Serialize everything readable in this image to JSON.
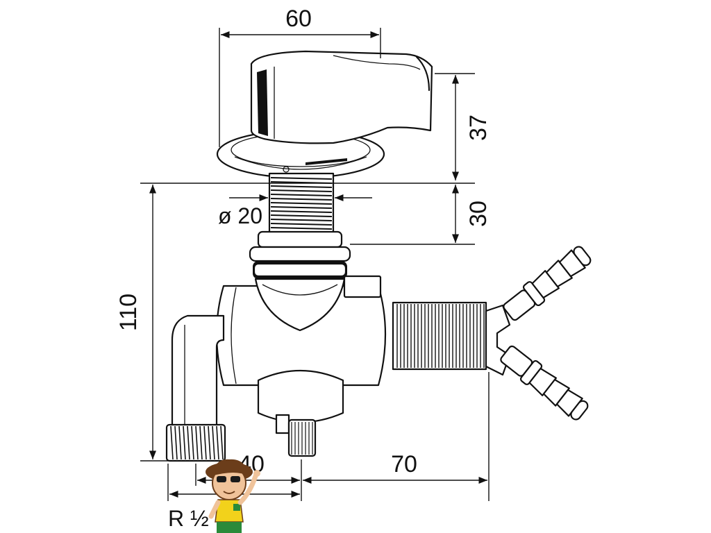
{
  "dimensions": {
    "handle_width": "60",
    "handle_height": "37",
    "thread_length": "30",
    "thread_diameter": "ø 20",
    "total_height": "110",
    "outlet_offset": "40",
    "body_depth": "70",
    "connection_thread": "R ½"
  },
  "colors": {
    "line": "#111111",
    "mascot_shirt": "#f2d21b",
    "mascot_shorts": "#2a8a3a"
  },
  "icons": {
    "mascot": "boy-mascot-icon"
  }
}
